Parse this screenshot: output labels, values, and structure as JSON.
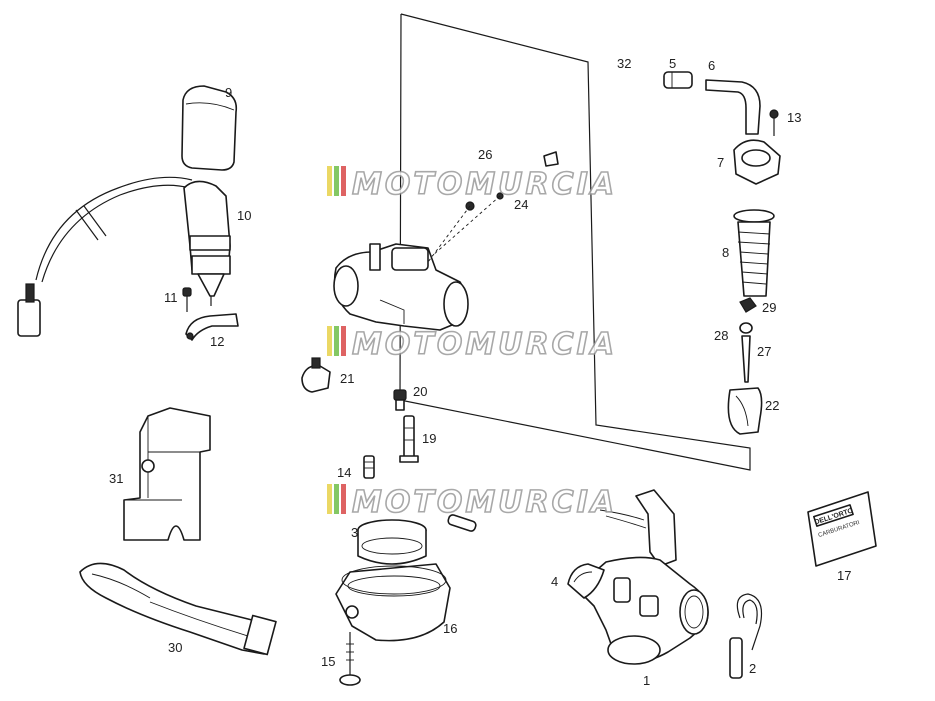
{
  "watermark": {
    "text": "MOTOMURCIA",
    "stripe_colors": [
      "#e8d24a",
      "#6fbf4a",
      "#d94848"
    ]
  },
  "callouts": [
    {
      "id": "1",
      "label": "1"
    },
    {
      "id": "2",
      "label": "2"
    },
    {
      "id": "3",
      "label": "3"
    },
    {
      "id": "4",
      "label": "4"
    },
    {
      "id": "5",
      "label": "5"
    },
    {
      "id": "6",
      "label": "6"
    },
    {
      "id": "7",
      "label": "7"
    },
    {
      "id": "8",
      "label": "8"
    },
    {
      "id": "9",
      "label": "9"
    },
    {
      "id": "10",
      "label": "10"
    },
    {
      "id": "11",
      "label": "11"
    },
    {
      "id": "12",
      "label": "12"
    },
    {
      "id": "13",
      "label": "13"
    },
    {
      "id": "14",
      "label": "14"
    },
    {
      "id": "15",
      "label": "15"
    },
    {
      "id": "16",
      "label": "16"
    },
    {
      "id": "17",
      "label": "17"
    },
    {
      "id": "19",
      "label": "19"
    },
    {
      "id": "20",
      "label": "20"
    },
    {
      "id": "21",
      "label": "21"
    },
    {
      "id": "22",
      "label": "22"
    },
    {
      "id": "24",
      "label": "24"
    },
    {
      "id": "26",
      "label": "26"
    },
    {
      "id": "27",
      "label": "27"
    },
    {
      "id": "28",
      "label": "28"
    },
    {
      "id": "29",
      "label": "29"
    },
    {
      "id": "30",
      "label": "30"
    },
    {
      "id": "31",
      "label": "31"
    },
    {
      "id": "32",
      "label": "32"
    }
  ],
  "label_card": {
    "brand": "DELL'ORTO",
    "caption": "CARBURATORI"
  }
}
